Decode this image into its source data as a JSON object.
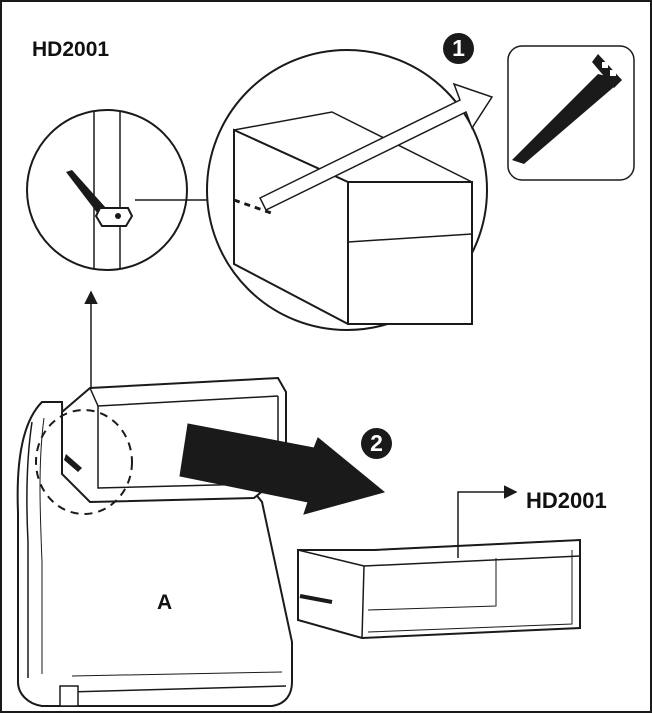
{
  "title": "HD2001",
  "steps": [
    "1",
    "2"
  ],
  "part_labels": {
    "duct": "HD2001",
    "elbow": "A"
  },
  "icons": {
    "cut": "saw-icon",
    "insert": "push-arrow-icon"
  },
  "colors": {
    "ink": "#1a1a1a",
    "paper": "#ffffff"
  }
}
